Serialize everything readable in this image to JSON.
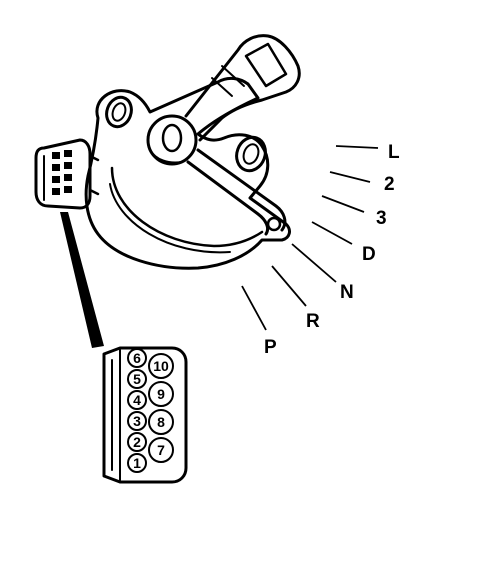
{
  "gear_positions": [
    "L",
    "2",
    "3",
    "D",
    "N",
    "R",
    "P"
  ],
  "connector_pins": {
    "left_column": [
      "6",
      "5",
      "4",
      "3",
      "2",
      "1"
    ],
    "right_column": [
      "10",
      "9",
      "8",
      "7"
    ]
  },
  "colors": {
    "ink": "#000000",
    "background": "#ffffff"
  }
}
